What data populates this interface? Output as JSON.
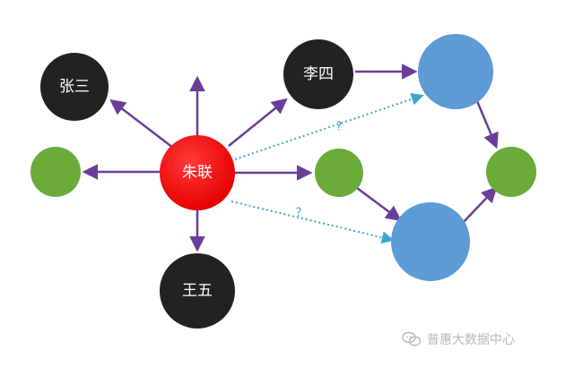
{
  "nodes": {
    "zhangsan": {
      "label": "张三"
    },
    "lisi": {
      "label": "李四"
    },
    "wangwu": {
      "label": "王五"
    },
    "center": {
      "label": "朱联"
    }
  },
  "edges": {
    "question_upper": "?",
    "question_lower": "?"
  },
  "watermark": {
    "text": "普惠大数据中心",
    "icon": "wechat-icon"
  },
  "colors": {
    "center_node": "#ff0000",
    "person_node": "#222222",
    "green_node": "#6aab3a",
    "blue_node": "#5c9bd6",
    "edge": "#6a3d9a",
    "dotted_edge": "#3aa9c9"
  }
}
